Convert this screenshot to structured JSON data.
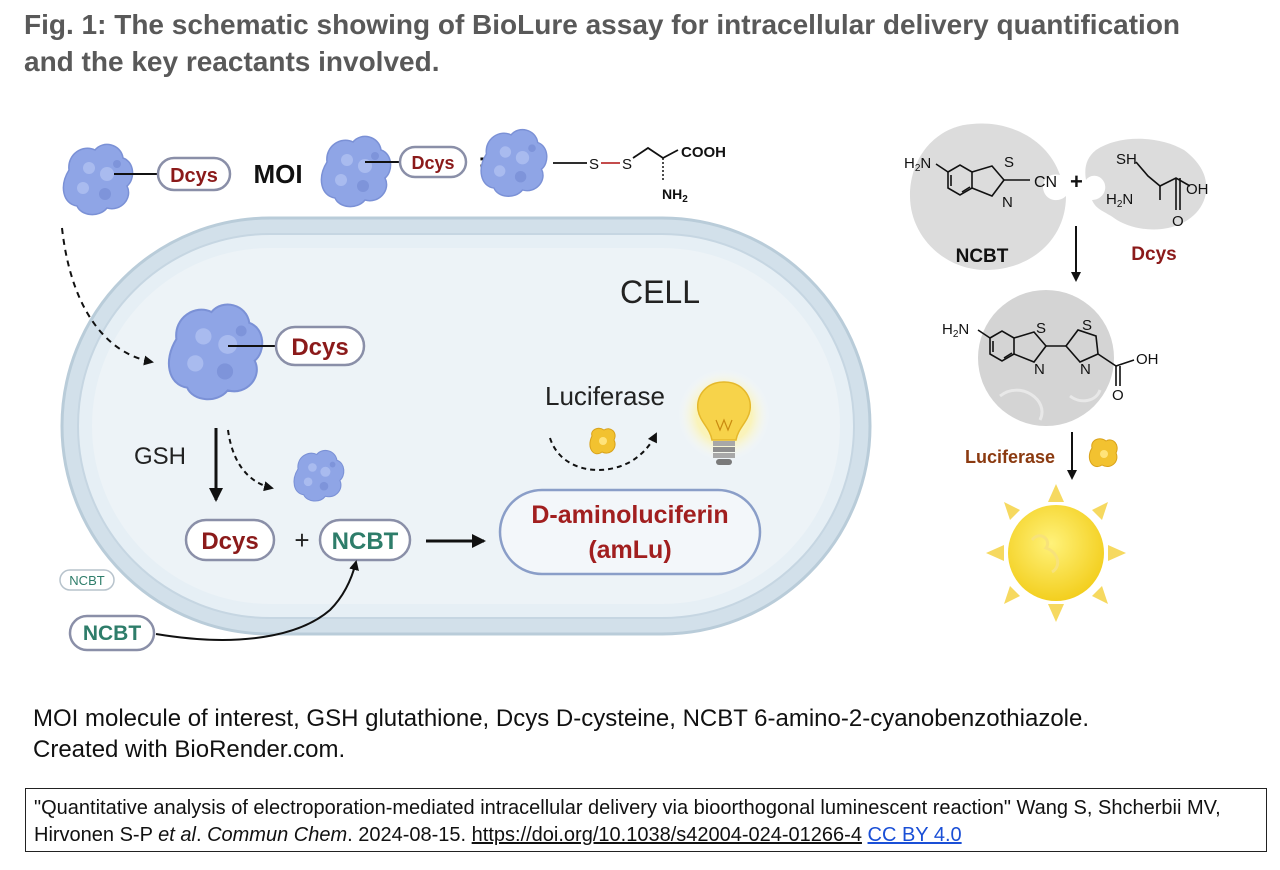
{
  "figure": {
    "title_line1": "Fig. 1: The schematic showing of BioLure assay for intracellular delivery quantification",
    "title_line2": "and the key reactants involved."
  },
  "diagram": {
    "left": {
      "dcys_tag_top": "Dcys",
      "moi_label": "MOI",
      "dcys_tag_moi": "Dcys",
      "equals": "=",
      "s_left": "S",
      "s_right": "S",
      "cooh": "COOH",
      "nh2": "NH",
      "nh2_sub": "2",
      "cell_label": "CELL",
      "dcys_tag_cell": "Dcys",
      "gsh_label": "GSH",
      "luciferase_label": "Luciferase",
      "dcys_pill": "Dcys",
      "plus": "+",
      "ncbt_pill": "NCBT",
      "product_line1": "D-aminoluciferin",
      "product_line2": "(amLu)",
      "ncbt_small": "NCBT",
      "ncbt_outside": "NCBT"
    },
    "right": {
      "h2n_top": "H",
      "h2n_top_sub": "2",
      "h2n_top_n": "N",
      "s_top": "S",
      "n_top": "N",
      "cn": "CN",
      "plus": "+",
      "sh": "SH",
      "h2n_dcys": "H",
      "h2n_dcys_sub": "2",
      "h2n_dcys_n": "N",
      "oh_dcys": "OH",
      "o_dcys": "O",
      "ncbt_label": "NCBT",
      "dcys_label": "Dcys",
      "h2n_prod": "H",
      "h2n_prod_sub": "2",
      "h2n_prod_n": "N",
      "s_prod1": "S",
      "n_prod1": "N",
      "s_prod2": "S",
      "n_prod2": "N",
      "oh_prod": "OH",
      "o_prod": "O",
      "luciferase_label": "Luciferase"
    }
  },
  "caption": {
    "line1": "MOI molecule of interest, GSH glutathione, Dcys D-cysteine, NCBT 6-amino-2-cyanobenzothiazole.",
    "line2": "Created with BioRender.com."
  },
  "citation": {
    "text": "\"Quantitative analysis of electroporation-mediated intracellular delivery via bioorthogonal luminescent reaction\" Wang S, Shcherbii MV, Hirvonen S-P ",
    "et_al": "et al",
    "sep1": ". ",
    "journal": "Commun Chem",
    "date": ". 2024-08-15. ",
    "doi": "https://doi.org/10.1038/s42004-024-01266-4",
    "license": "CC BY 4.0"
  },
  "colors": {
    "dcys_text": "#8b1a1a",
    "ncbt_text": "#2e7d6a",
    "protein": "#8fa5e6",
    "cell_fill": "#e9f1f6",
    "membrane": "#c2d3e0",
    "gold": "#f2c230",
    "title_gray": "#595959"
  }
}
